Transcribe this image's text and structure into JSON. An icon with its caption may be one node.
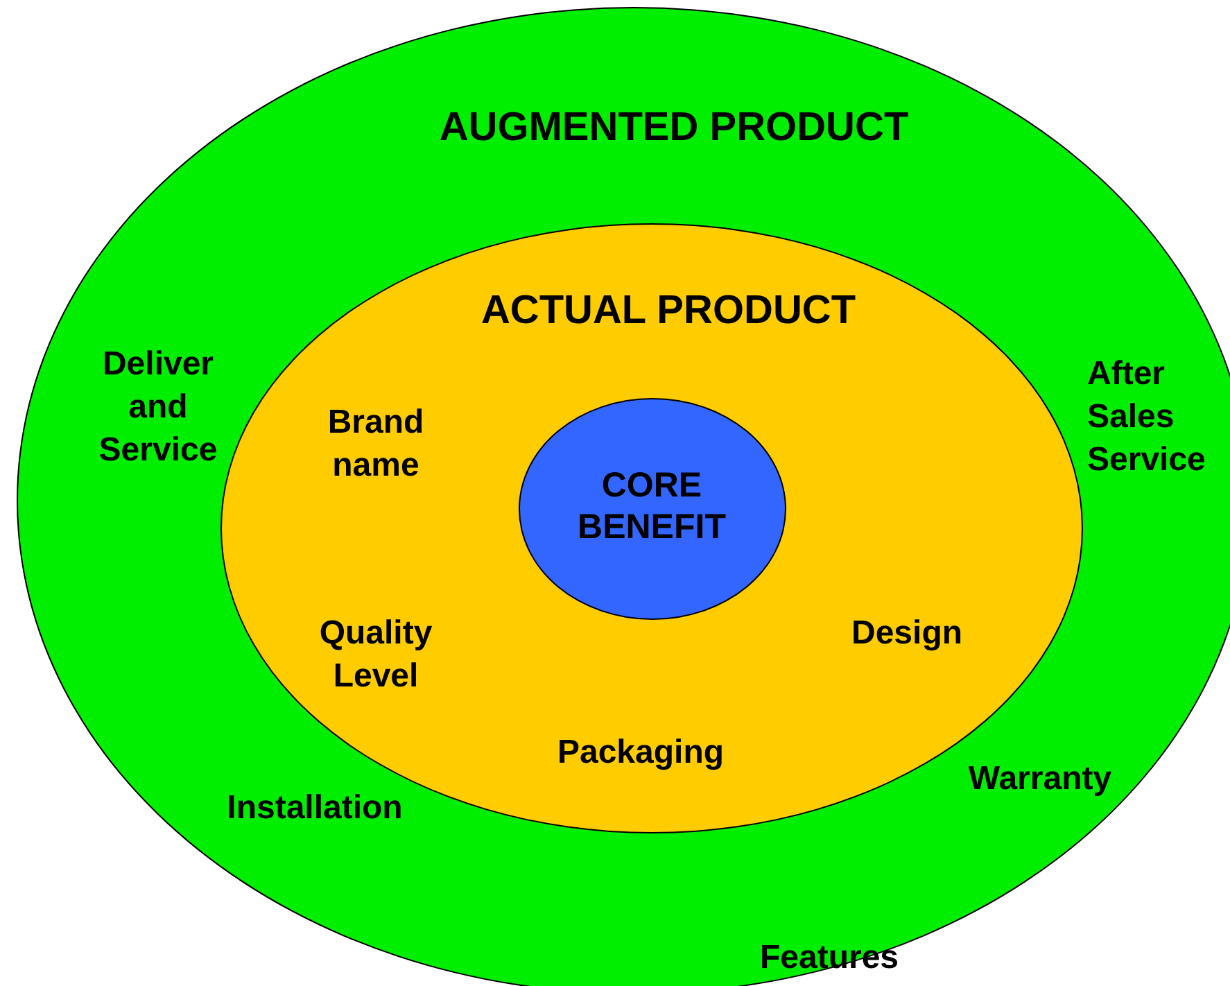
{
  "diagram": {
    "nodes": [
      {
        "text": [
          "AUGMENTED PRODUCT"
        ]
      },
      {
        "text": [
          "ACTUAL PRODUCT"
        ],
        "in": 0
      },
      {
        "text": [
          "CORE BENEFIT"
        ],
        "in": 1
      }
    ],
    "labels": [
      "Deliver and Service",
      "After Sales Service",
      "Brand name",
      "Quality Level",
      "Design",
      "Packaging",
      "Warranty",
      "Installation",
      "Features"
    ]
  }
}
